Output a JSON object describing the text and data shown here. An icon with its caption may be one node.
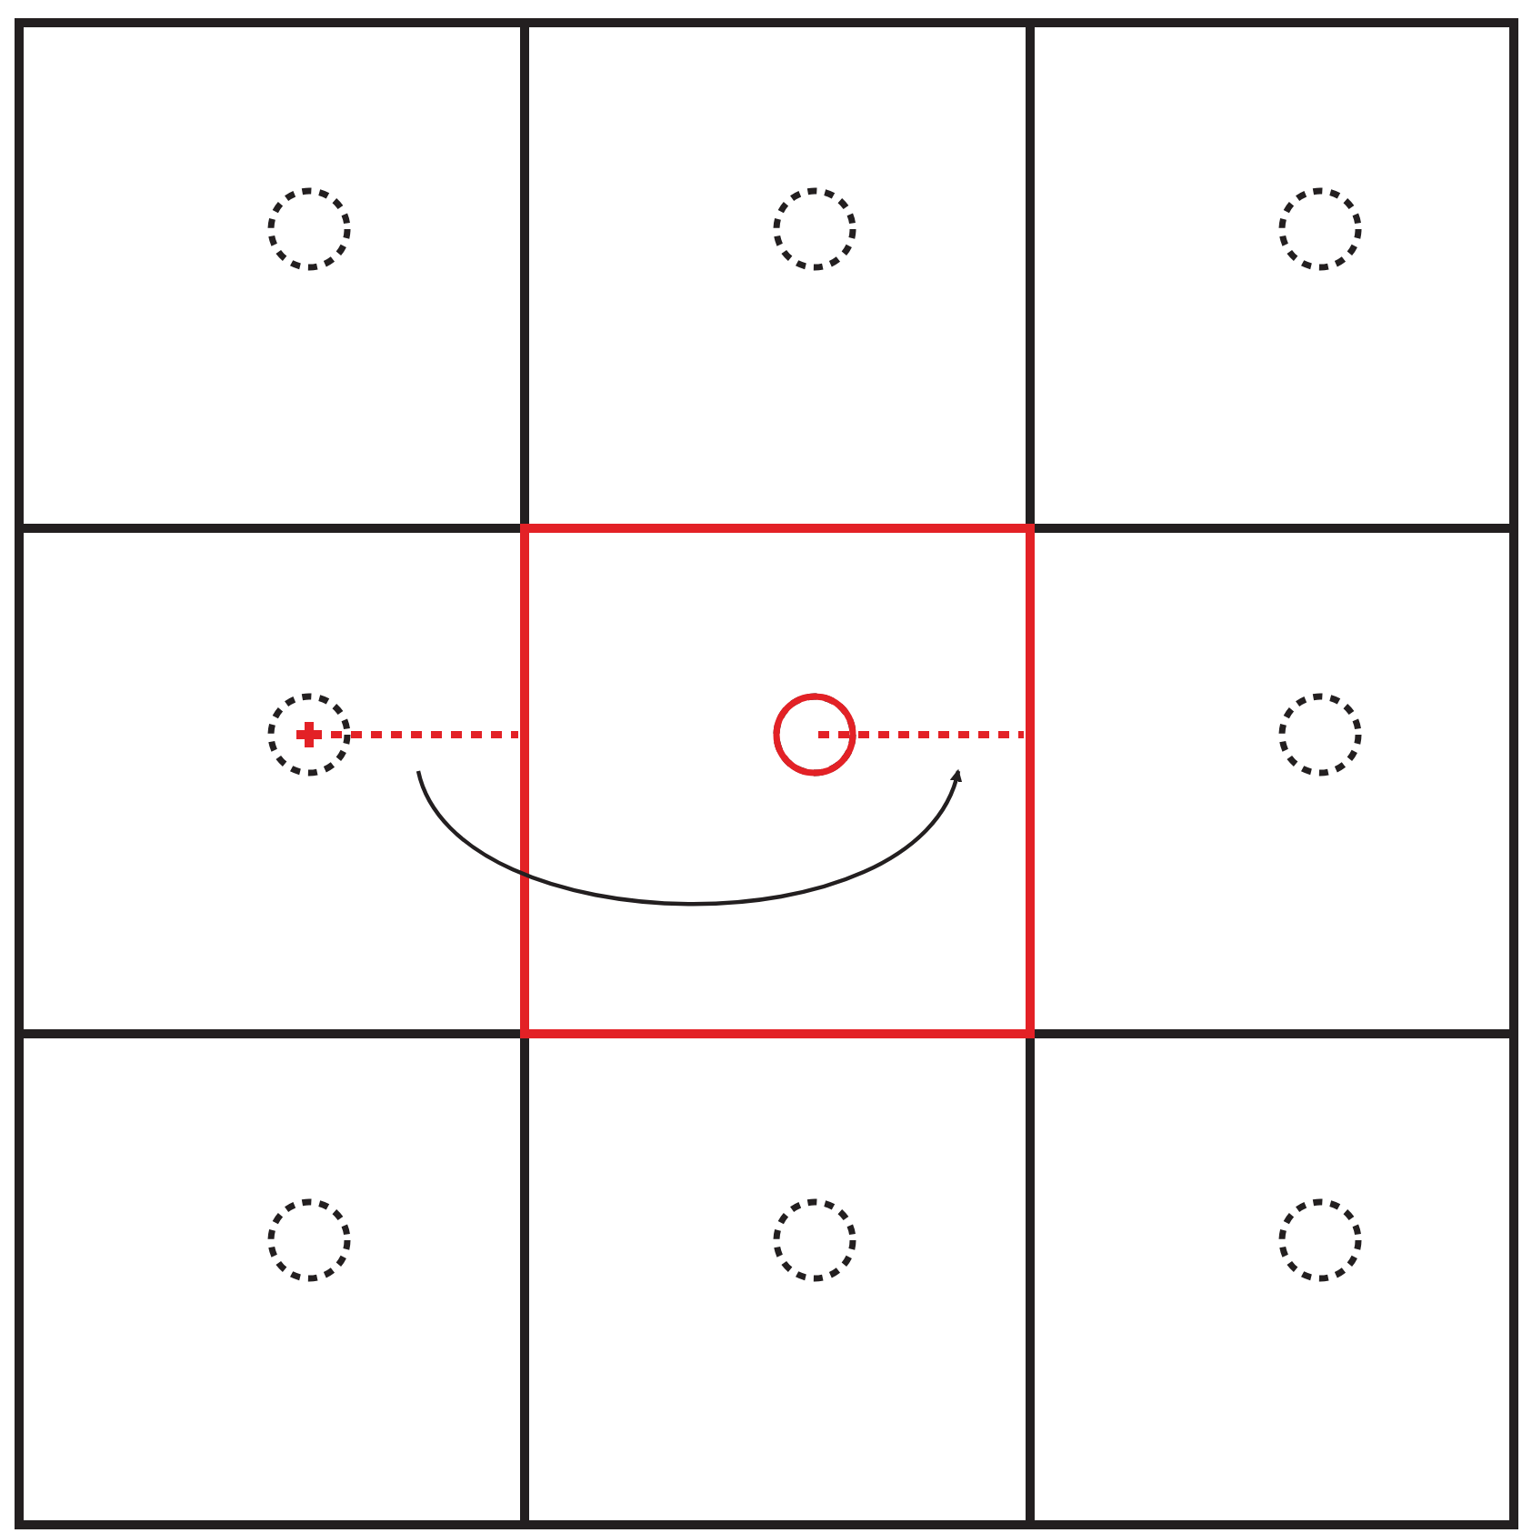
{
  "diagram": {
    "nodes": [
      {
        "text": [],
        "shape": "box"
      },
      {
        "text": [],
        "shape": "box"
      },
      {
        "text": [],
        "shape": "box"
      },
      {
        "text": [],
        "shape": "box"
      },
      {
        "text": [],
        "shape": "box"
      },
      {
        "text": [],
        "shape": "box"
      },
      {
        "text": [],
        "shape": "box"
      },
      {
        "text": [],
        "shape": "box"
      },
      {
        "text": [],
        "shape": "box"
      }
    ],
    "edges": [
      {
        "from": 3,
        "to": 4,
        "arrow": "to"
      }
    ]
  }
}
